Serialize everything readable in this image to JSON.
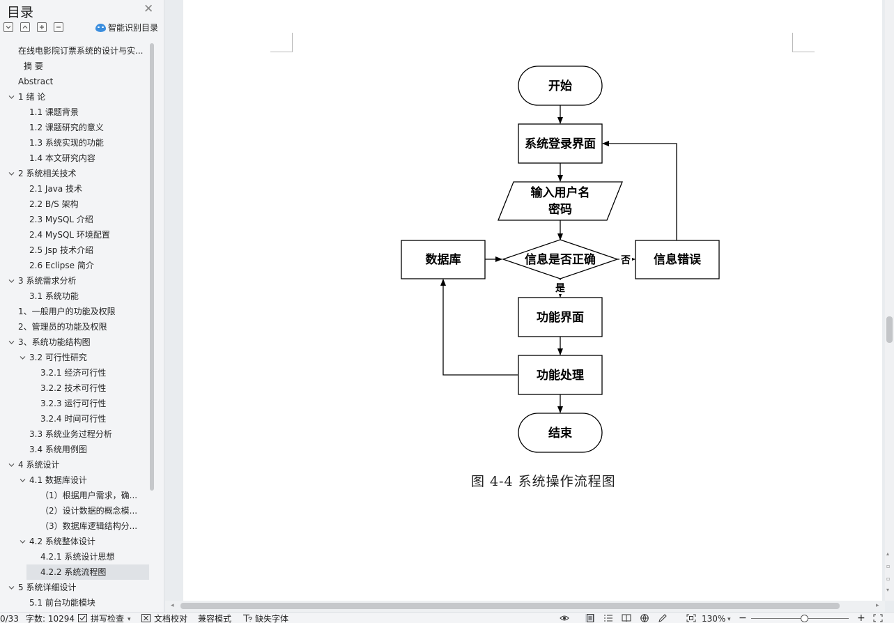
{
  "sidebar": {
    "title": "目录",
    "close_icon": "✕",
    "smart_toc_label": "智能识别目录",
    "items": [
      {
        "label": "在线电影院订票系统的设计与实...",
        "indent": 26,
        "chevron": false
      },
      {
        "label": "摘  要",
        "indent": 34,
        "chevron": false
      },
      {
        "label": "Abstract",
        "indent": 26,
        "chevron": false
      },
      {
        "label": "1 绪  论",
        "indent": 26,
        "chevron": true
      },
      {
        "label": "1.1  课题背景",
        "indent": 42,
        "chevron": false
      },
      {
        "label": "1.2  课题研究的意义",
        "indent": 42,
        "chevron": false
      },
      {
        "label": "1.3  系统实现的功能",
        "indent": 42,
        "chevron": false
      },
      {
        "label": "1.4  本文研究内容",
        "indent": 42,
        "chevron": false
      },
      {
        "label": "2 系统相关技术",
        "indent": 26,
        "chevron": true
      },
      {
        "label": "2.1 Java 技术",
        "indent": 42,
        "chevron": false
      },
      {
        "label": "2.2 B/S 架构",
        "indent": 42,
        "chevron": false
      },
      {
        "label": "2.3 MySQL  介绍",
        "indent": 42,
        "chevron": false
      },
      {
        "label": "2.4 MySQL 环境配置",
        "indent": 42,
        "chevron": false
      },
      {
        "label": "2.5 Jsp 技术介绍",
        "indent": 42,
        "chevron": false
      },
      {
        "label": "2.6 Eclipse 简介",
        "indent": 42,
        "chevron": false
      },
      {
        "label": "3 系统需求分析",
        "indent": 26,
        "chevron": true
      },
      {
        "label": "3.1 系统功能",
        "indent": 42,
        "chevron": false
      },
      {
        "label": "1、一般用户的功能及权限",
        "indent": 26,
        "chevron": false
      },
      {
        "label": "2、管理员的功能及权限",
        "indent": 26,
        "chevron": false
      },
      {
        "label": "3、系统功能结构图",
        "indent": 26,
        "chevron": true
      },
      {
        "label": "3.2 可行性研究",
        "indent": 42,
        "chevron": true
      },
      {
        "label": "3.2.1  经济可行性",
        "indent": 58,
        "chevron": false
      },
      {
        "label": "3.2.2  技术可行性",
        "indent": 58,
        "chevron": false
      },
      {
        "label": "3.2.3  运行可行性",
        "indent": 58,
        "chevron": false
      },
      {
        "label": "3.2.4  时间可行性",
        "indent": 58,
        "chevron": false
      },
      {
        "label": "3.3 系统业务过程分析",
        "indent": 42,
        "chevron": false
      },
      {
        "label": "3.4 系统用例图",
        "indent": 42,
        "chevron": false
      },
      {
        "label": "4 系统设计",
        "indent": 26,
        "chevron": true
      },
      {
        "label": "4.1 数据库设计",
        "indent": 42,
        "chevron": true
      },
      {
        "label": "（1）根据用户需求，确...",
        "indent": 58,
        "chevron": false
      },
      {
        "label": "（2）设计数据的概念模...",
        "indent": 58,
        "chevron": false
      },
      {
        "label": "（3）数据库逻辑结构分...",
        "indent": 58,
        "chevron": false
      },
      {
        "label": "4.2 系统整体设计",
        "indent": 42,
        "chevron": true
      },
      {
        "label": "4.2.1  系统设计思想",
        "indent": 58,
        "chevron": false
      },
      {
        "label": "4.2.2 系统流程图",
        "indent": 58,
        "chevron": false,
        "active": true
      },
      {
        "label": "5 系统详细设计",
        "indent": 26,
        "chevron": true
      },
      {
        "label": "5.1 前台功能模块",
        "indent": 42,
        "chevron": false
      }
    ]
  },
  "flowchart": {
    "start": "开始",
    "login": "系统登录界面",
    "input_line1": "输入用户名",
    "input_line2": "密码",
    "check": "信息是否正确",
    "database": "数据库",
    "error": "信息错误",
    "no_label": "否",
    "yes_label": "是",
    "func_ui": "功能界面",
    "func_proc": "功能处理",
    "end": "结束"
  },
  "caption": "图 4-4 系统操作流程图",
  "status": {
    "page": "0/33",
    "word_count": "字数: 10294",
    "spell_check": "拼写检查",
    "doc_proofread": "文档校对",
    "compat_mode": "兼容模式",
    "missing_font": "缺失字体",
    "zoom": "130%"
  },
  "icons": {
    "collapse_all": "collapse-all-icon",
    "expand_all": "expand-all-icon",
    "add": "add-heading-icon",
    "remove": "remove-heading-icon",
    "smart": "smart-toc-icon"
  }
}
